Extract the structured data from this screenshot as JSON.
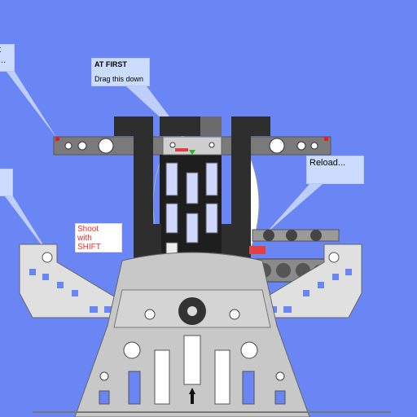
{
  "tooltips": {
    "first": {
      "title": "AT FIRST",
      "body": "Drag this down"
    },
    "reload": {
      "text": "Reload..."
    },
    "left_top": {
      "line1": "t",
      "line2": "..."
    },
    "shoot": {
      "line1": "Shoot",
      "line2": "with",
      "line3": "SHIFT"
    }
  },
  "colors": {
    "background": "#6a86f4",
    "tooltip_bg": "#ccdcff",
    "machine_gray": "#cfcfcf",
    "frame_dark": "#2e2e2e",
    "rail_gray": "#7a7a7a",
    "shoot_text": "#ff2a2a"
  },
  "icons": {
    "drag_handle": "green-down-triangle-icon",
    "wheel": "crossbow-wheel-icon",
    "bolt": "arrow-bolt-icon"
  }
}
